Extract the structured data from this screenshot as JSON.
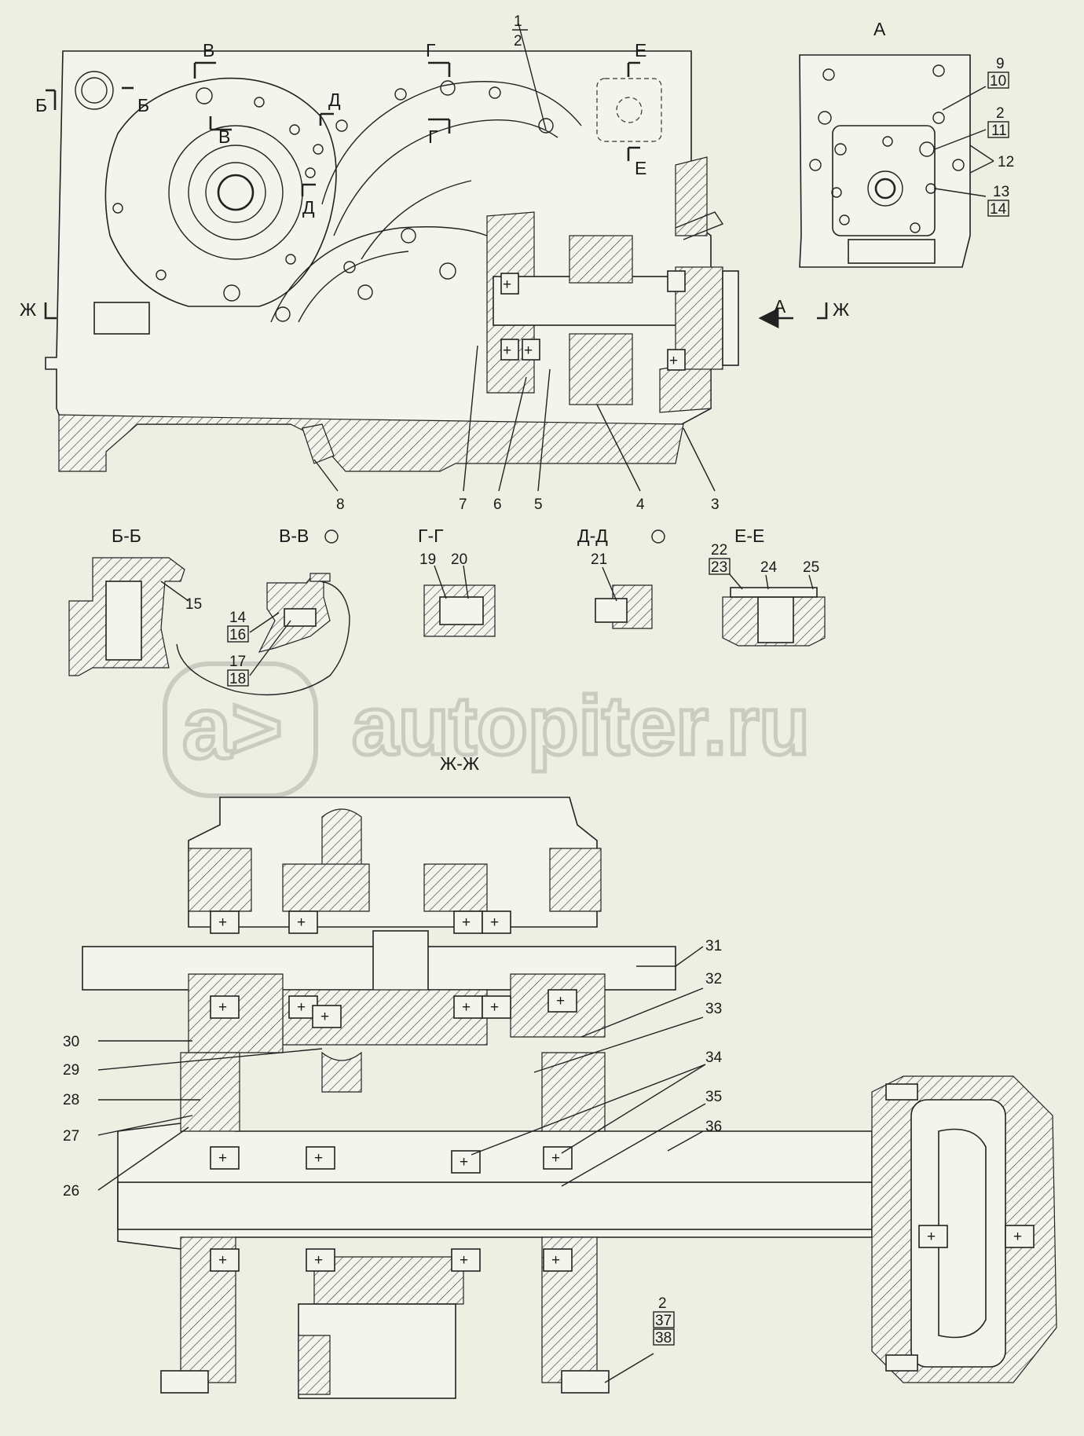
{
  "watermark": {
    "text": "autopiter.ru",
    "logo": "a>"
  },
  "view_label_a": "А",
  "section_titles": {
    "bb": "Б-Б",
    "vv": "В-В",
    "gg": "Г-Г",
    "dd": "Д-Д",
    "ee": "Е-Е",
    "zz": "Ж-Ж"
  },
  "section_marks": {
    "b1": "Б",
    "b2": "Б",
    "v1": "В",
    "v2": "В",
    "g1": "Г",
    "g2": "Г",
    "d1": "Д",
    "d2": "Д",
    "e1": "Е",
    "e2": "Е",
    "zh1": "Ж",
    "zh2": "Ж",
    "a_arrow": "А"
  },
  "callouts_main": [
    "3",
    "4",
    "5",
    "6",
    "7",
    "8"
  ],
  "fraction_main": {
    "num": "1",
    "den": "2"
  },
  "view_a": {
    "f1": {
      "num": "9",
      "den": "10"
    },
    "f2": {
      "num": "2",
      "den": "11"
    },
    "f3": {
      "num": "13",
      "den": "14"
    },
    "c12": "12"
  },
  "sections": {
    "bb_callout": "15",
    "vv_f1": {
      "num": "14",
      "den": "16"
    },
    "vv_f2": {
      "num": "17",
      "den": "18"
    },
    "gg_callouts": [
      "19",
      "20"
    ],
    "dd_callout": "21",
    "ee_f": {
      "num": "22",
      "den": "23"
    },
    "ee_callouts": [
      "24",
      "25"
    ]
  },
  "zz_callouts": {
    "c26": "26",
    "c27": "27",
    "c28": "28",
    "c29": "29",
    "c30": "30",
    "c31": "31",
    "c32": "32",
    "c33": "33",
    "c34": "34",
    "c35": "35",
    "c36": "36"
  },
  "zz_stack": {
    "top": "2",
    "mid": "37",
    "bot": "38"
  }
}
